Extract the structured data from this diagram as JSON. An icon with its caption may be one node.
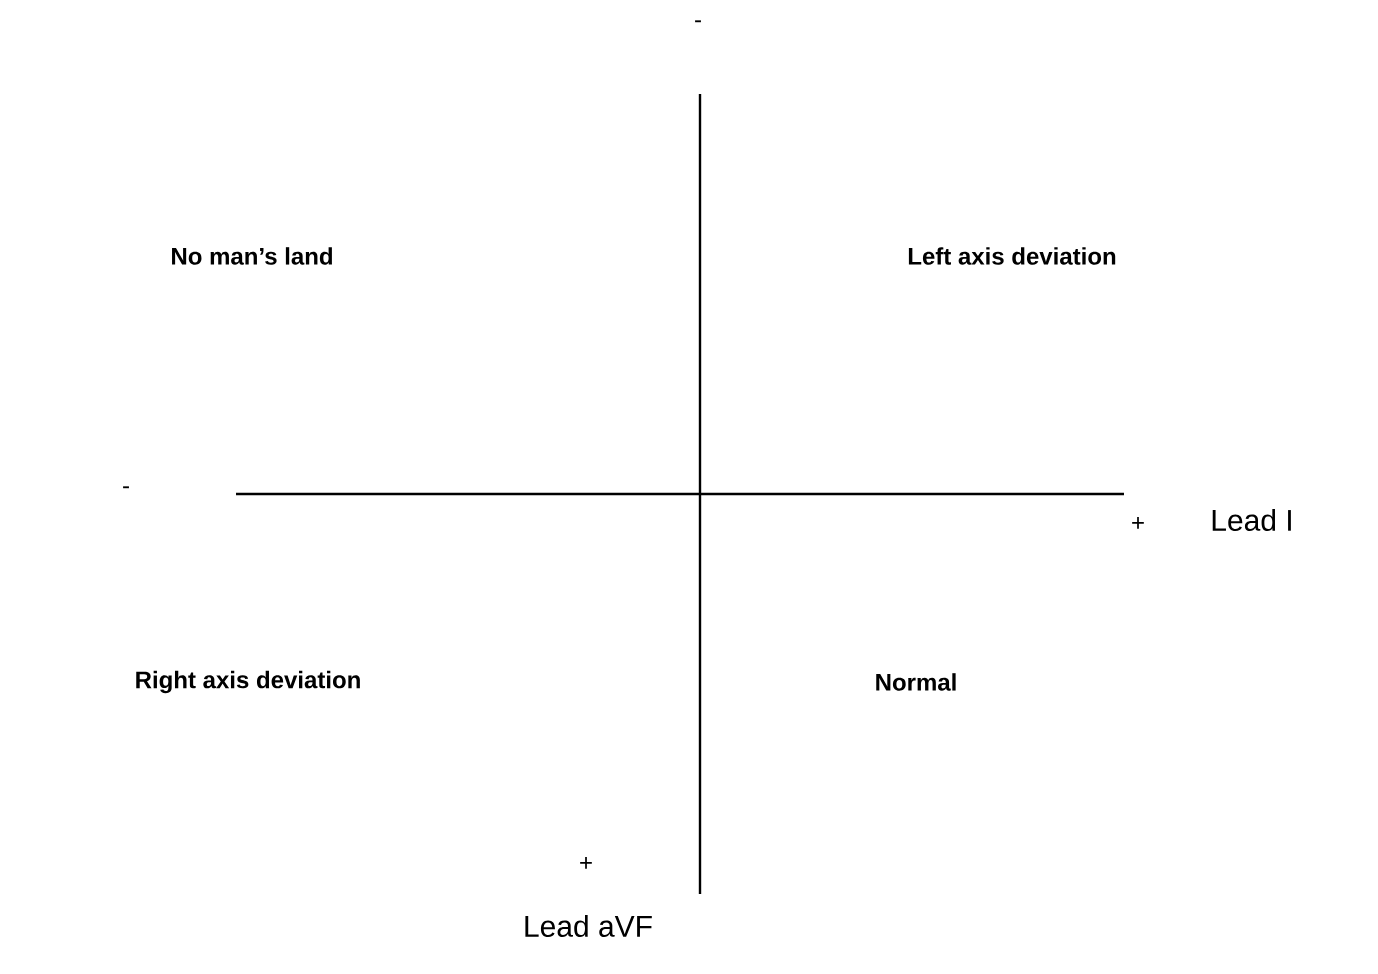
{
  "diagram": {
    "labels": [
      "-",
      "No man’s land",
      "Left axis deviation",
      "-",
      "+",
      "Lead I",
      "Right axis deviation",
      "Normal",
      "+",
      "Lead aVF"
    ]
  }
}
